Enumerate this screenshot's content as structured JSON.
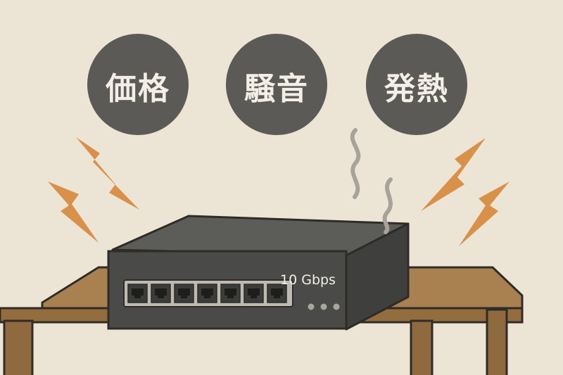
{
  "bubbles": [
    {
      "label": "価格"
    },
    {
      "label": "騒音"
    },
    {
      "label": "発熱"
    }
  ],
  "switch": {
    "speed_label": "10 Gbps",
    "port_count": 7,
    "indicator_count": 3
  },
  "colors": {
    "background": "#ece4d4",
    "bubble": "#5b5a57",
    "bubble_text": "#f4efe6",
    "bolt": "#d9914a",
    "steam": "#a8a39a",
    "switch_body": "#4a4a48",
    "switch_top": "#5c5c59",
    "table_top": "#a98150",
    "table_legs": "#8e6a3e",
    "outline": "#2f2c28"
  },
  "icons": [
    "lightning-bolt-icon",
    "steam-icon",
    "ethernet-port-icon",
    "led-indicator-icon"
  ]
}
